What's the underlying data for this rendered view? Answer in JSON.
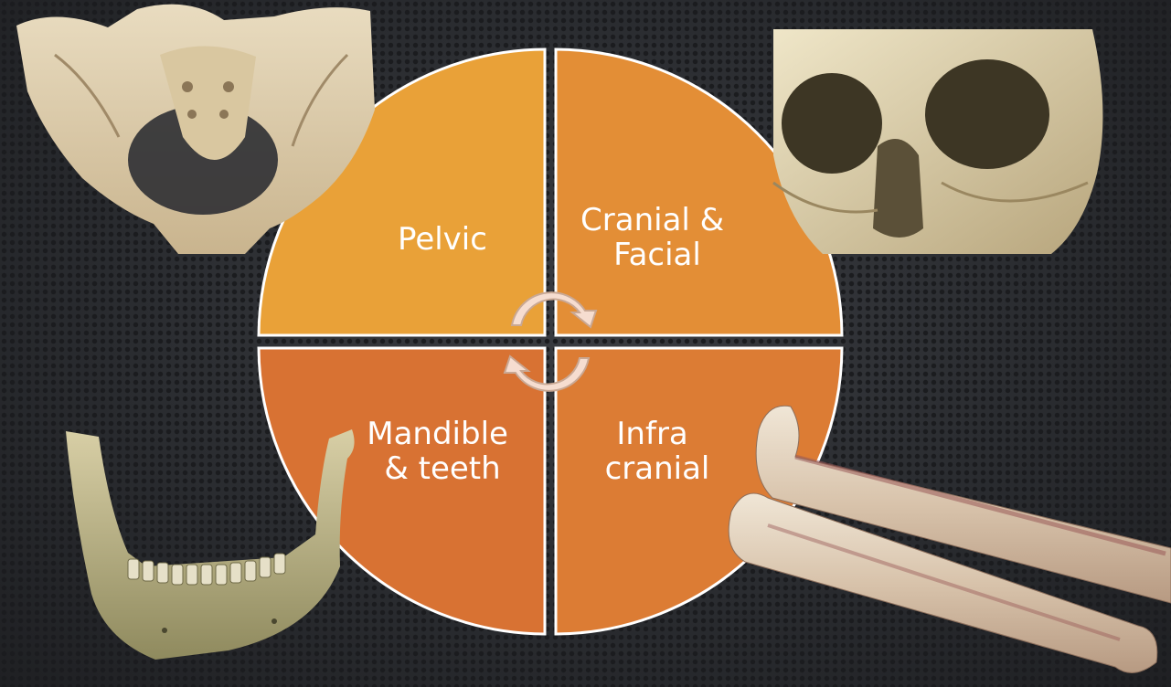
{
  "diagram": {
    "quadrants": [
      {
        "name": "top-left",
        "lines": [
          "Pelvic"
        ],
        "color": "#e9a138"
      },
      {
        "name": "top-right",
        "lines": [
          "Cranial &",
          "Facial"
        ],
        "color": "#e38e36"
      },
      {
        "name": "bottom-left",
        "lines": [
          "Mandible",
          "& teeth"
        ],
        "color": "#d87233"
      },
      {
        "name": "bottom-right",
        "lines": [
          "Infra",
          "cranial"
        ],
        "color": "#dc7c34"
      }
    ],
    "divider_color": "#ffffff",
    "cycle_arrows_color": "#f6ddd0"
  },
  "images": [
    {
      "name": "pelvis-image"
    },
    {
      "name": "skull-image"
    },
    {
      "name": "mandible-image"
    },
    {
      "name": "long-bones-image"
    }
  ]
}
